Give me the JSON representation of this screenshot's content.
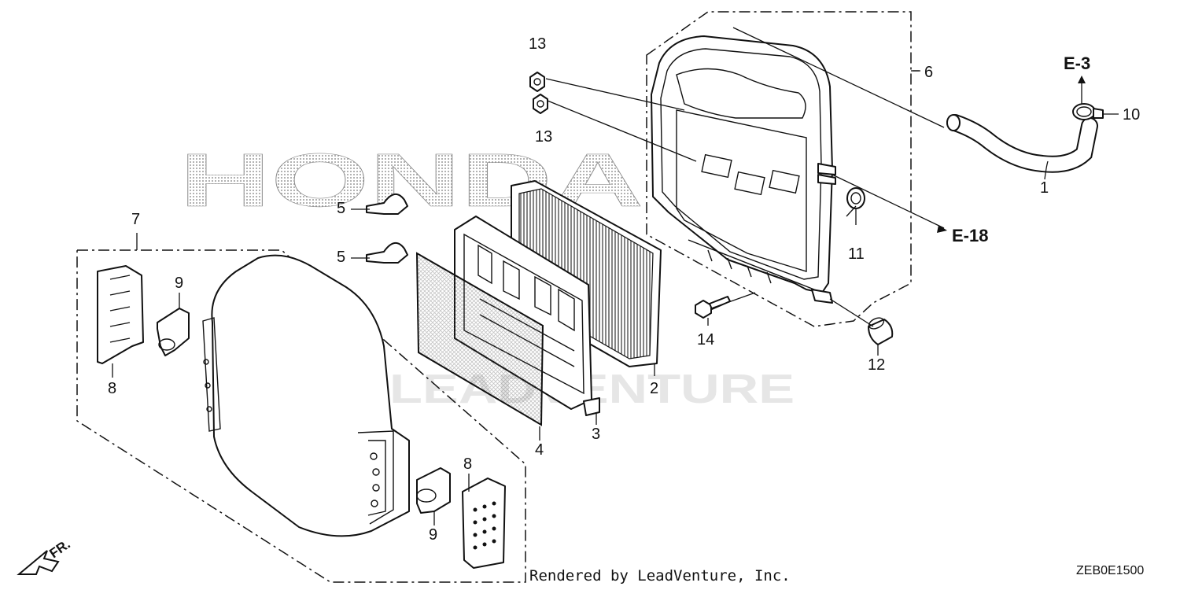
{
  "watermark": {
    "brand": "HONDA",
    "vendor": "LEADVENTURE"
  },
  "callouts": {
    "c1": "1",
    "c2": "2",
    "c3": "3",
    "c4": "4",
    "c5a": "5",
    "c5b": "5",
    "c6": "6",
    "c7": "7",
    "c8a": "8",
    "c8b": "8",
    "c9a": "9",
    "c9b": "9",
    "c10": "10",
    "c11": "11",
    "c12": "12",
    "c13a": "13",
    "c13b": "13",
    "c14": "14"
  },
  "refs": {
    "e3": "E-3",
    "e18": "E-18"
  },
  "direction": {
    "label": "FR."
  },
  "footer": {
    "credit": "Rendered by LeadVenture, Inc.",
    "diagram_code": "ZEB0E1500"
  },
  "colors": {
    "line": "#111111",
    "watermark": "#bdbdbd"
  }
}
